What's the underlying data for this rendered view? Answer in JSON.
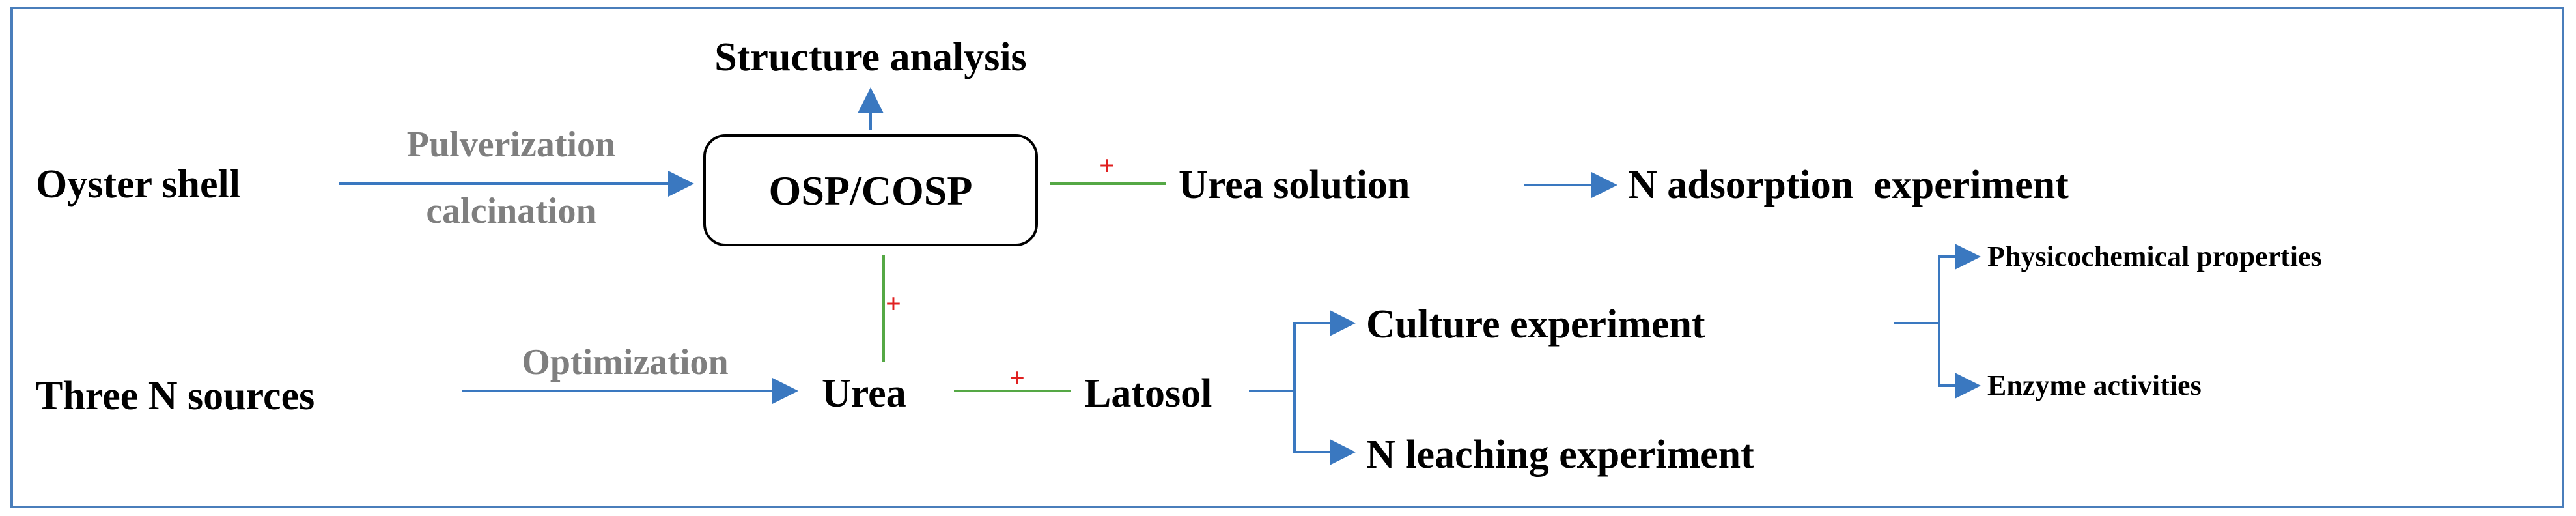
{
  "diagram": {
    "nodes": {
      "oyster_shell": "Oyster shell",
      "pulverization": "Pulverization",
      "calcination": "calcination",
      "osp_cosp": "OSP/COSP",
      "structure_analysis": "Structure analysis",
      "urea_solution": "Urea solution",
      "n_adsorption": "N adsorption  experiment",
      "three_n_sources": "Three N sources",
      "optimization": "Optimization",
      "urea": "Urea",
      "latosol": "Latosol",
      "culture_experiment": "Culture experiment",
      "n_leaching": "N leaching experiment",
      "physicochemical": "Physicochemical properties",
      "enzyme_activities": "Enzyme activities"
    },
    "plus_sign": "+",
    "colors": {
      "frame": "#4a7ebb",
      "arrow": "#3a78c0",
      "combine_line": "#55a845",
      "plus": "#e02020",
      "process_text": "#7f7f7f",
      "text": "#000000"
    }
  }
}
